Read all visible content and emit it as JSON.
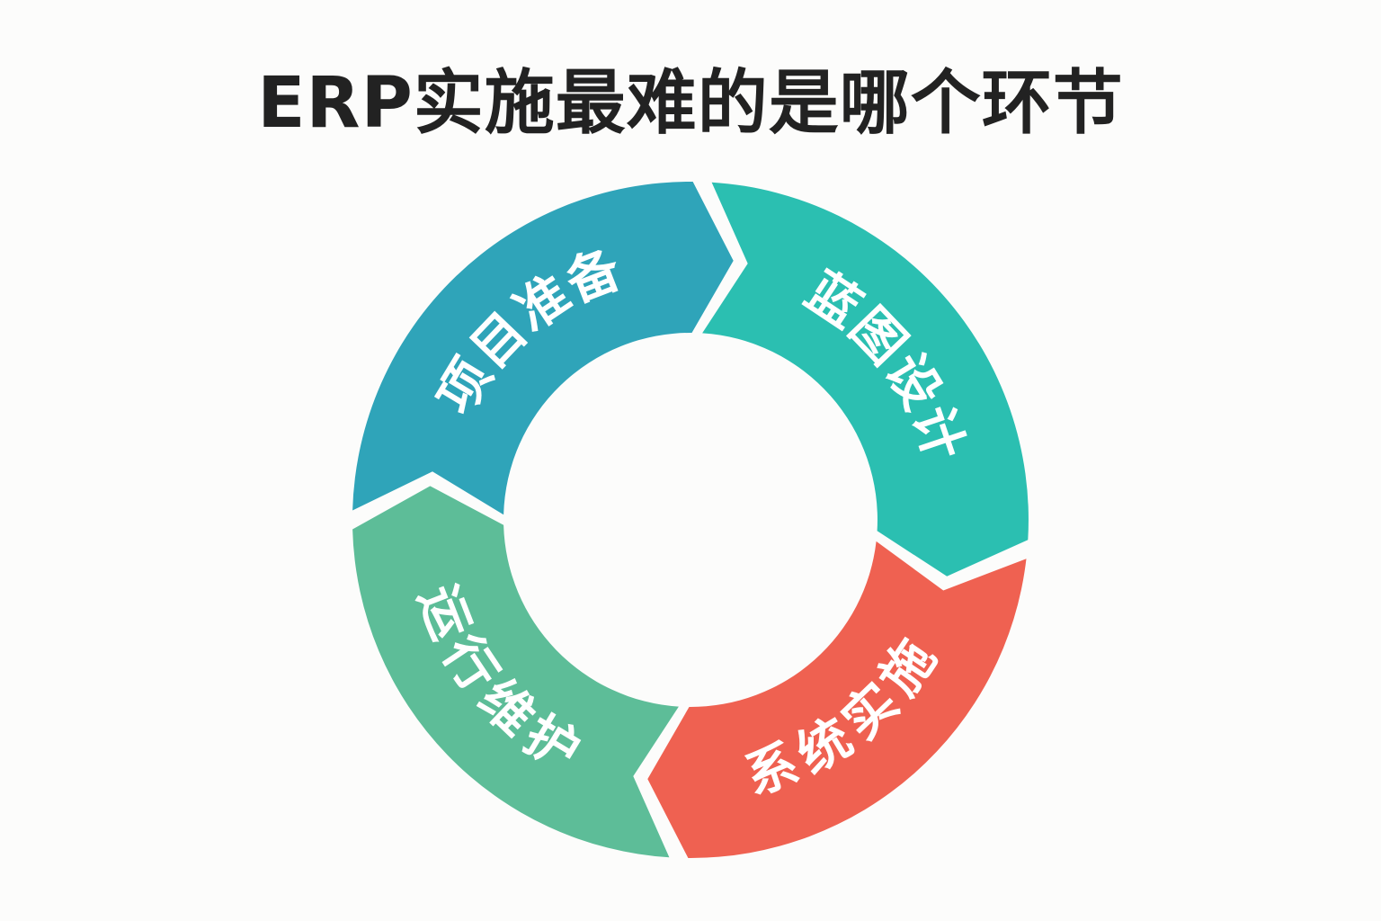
{
  "title": "ERP实施最难的是哪个环节",
  "cycle": {
    "segments": [
      {
        "label": "项目准备",
        "color": "#2fa4b9"
      },
      {
        "label": "蓝图设计",
        "color": "#2bbfb1"
      },
      {
        "label": "系统实施",
        "color": "#ef6151"
      },
      {
        "label": "运行维护",
        "color": "#5dbd98"
      }
    ],
    "direction": "clockwise"
  }
}
